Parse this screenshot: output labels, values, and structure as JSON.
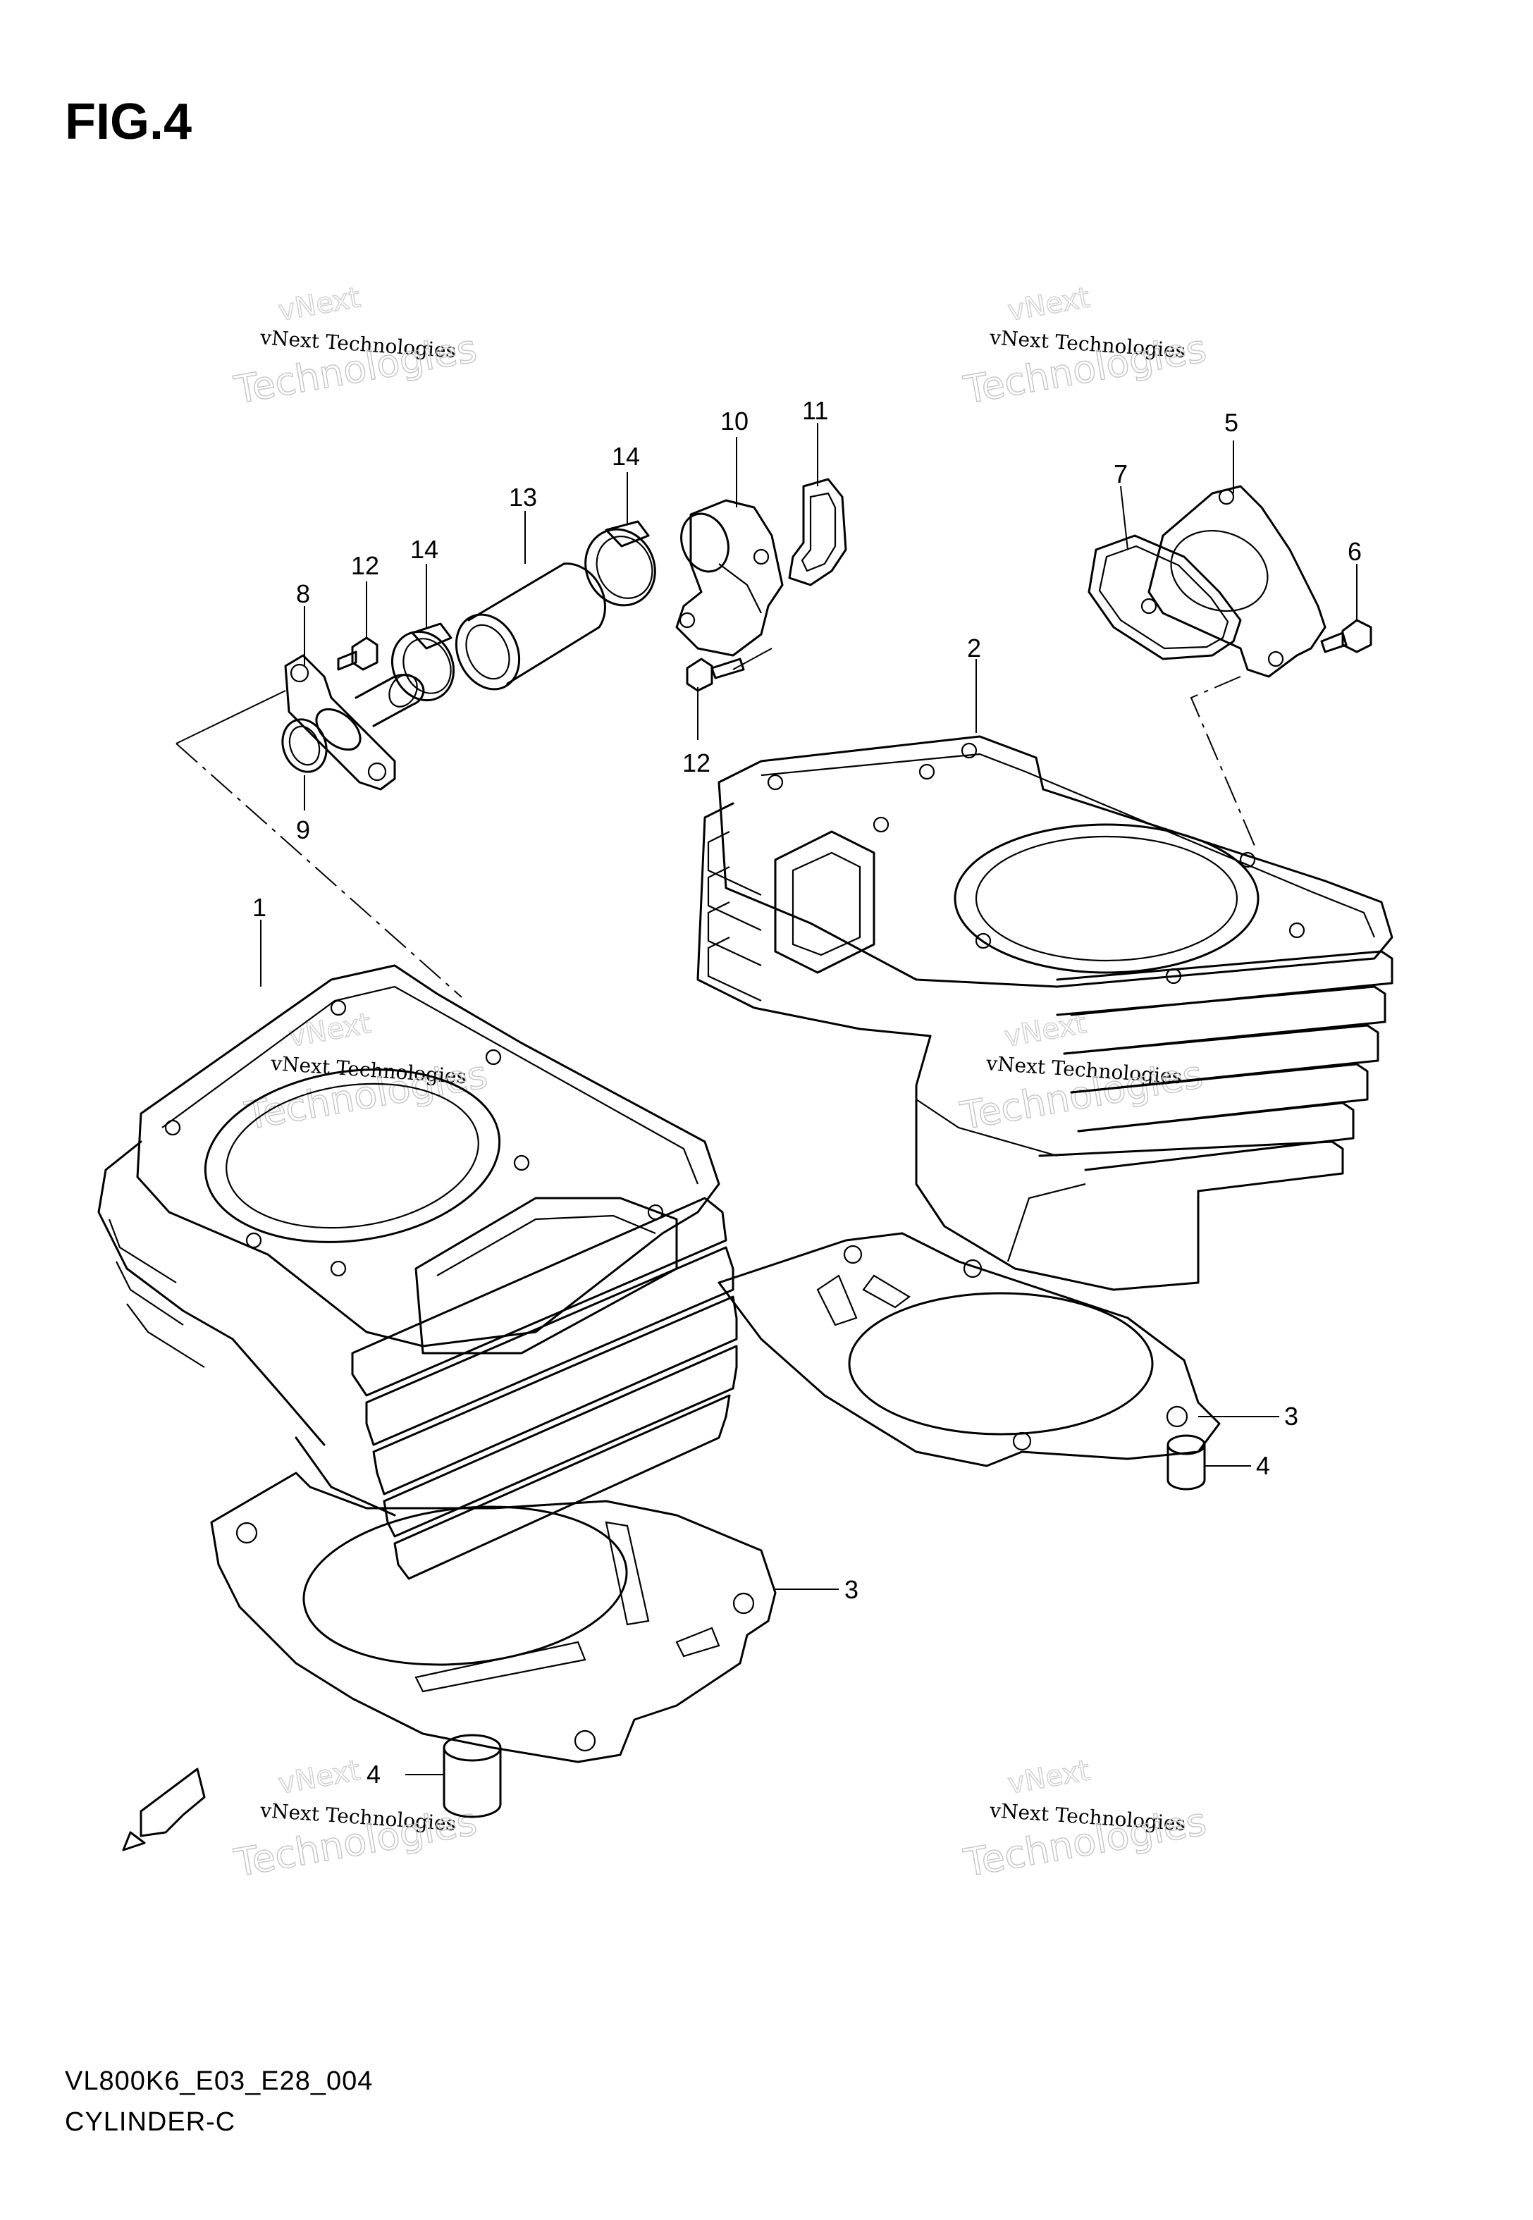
{
  "figure": {
    "title": "FIG.4"
  },
  "footer": {
    "model_code": "VL800K6_E03_E28_004",
    "part_group": "CYLINDER-C"
  },
  "fwd_marker": {
    "label": "FWD",
    "icon": "fwd-arrow-icon"
  },
  "watermark": {
    "line1": "vNext Technologies",
    "line2": "Technologies",
    "line3": "vNext"
  },
  "callouts": [
    {
      "id": "c1",
      "label": "1"
    },
    {
      "id": "c2",
      "label": "2"
    },
    {
      "id": "c3a",
      "label": "3"
    },
    {
      "id": "c3b",
      "label": "3"
    },
    {
      "id": "c4a",
      "label": "4"
    },
    {
      "id": "c4b",
      "label": "4"
    },
    {
      "id": "c5",
      "label": "5"
    },
    {
      "id": "c6",
      "label": "6"
    },
    {
      "id": "c7",
      "label": "7"
    },
    {
      "id": "c8",
      "label": "8"
    },
    {
      "id": "c9",
      "label": "9"
    },
    {
      "id": "c10",
      "label": "10"
    },
    {
      "id": "c11",
      "label": "11"
    },
    {
      "id": "c12a",
      "label": "12"
    },
    {
      "id": "c12b",
      "label": "12"
    },
    {
      "id": "c13",
      "label": "13"
    },
    {
      "id": "c14a",
      "label": "14"
    },
    {
      "id": "c14b",
      "label": "14"
    }
  ]
}
